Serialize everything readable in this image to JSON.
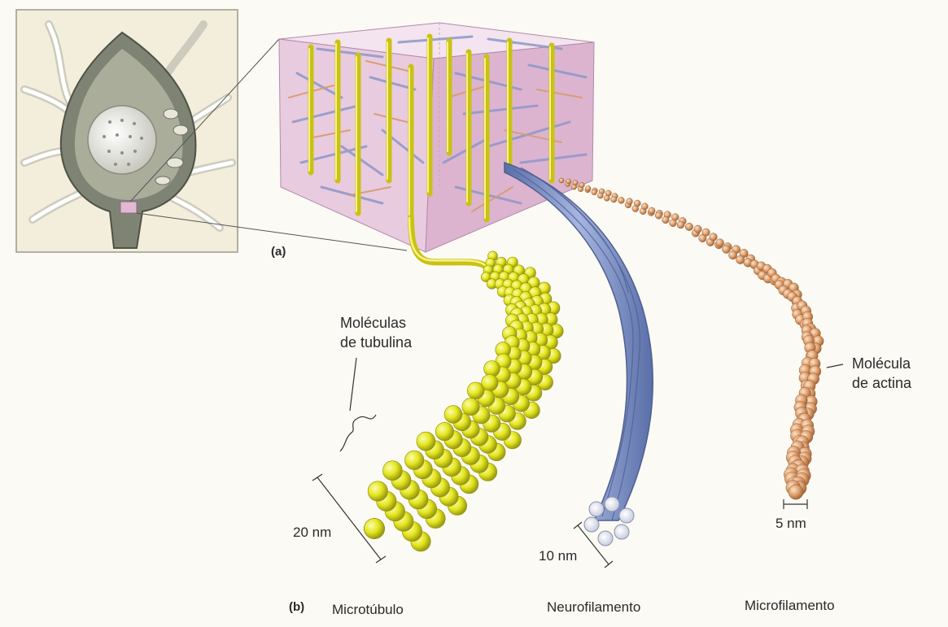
{
  "panels": {
    "a": "(a)",
    "b": "(b)"
  },
  "labels": {
    "tubulin_line1": "Moléculas",
    "tubulin_line2": "de tubulina",
    "actin_line1": "Molécula",
    "actin_line2": "de actina"
  },
  "scales": {
    "microtubule": "20 nm",
    "neurofilament": "10 nm",
    "microfilament": "5 nm"
  },
  "filaments": {
    "microtubule": "Microtúbulo",
    "neurofilament": "Neurofilamento",
    "microfilament": "Microfilamento"
  },
  "colors": {
    "background": "#fbfaf4",
    "inset_bg": "#f3eedb",
    "cube_face": "#e9cbe0",
    "microtubule": "#e4e61e",
    "neurofilament": "#7d93c9",
    "microfilament": "#e0a373",
    "label_text": "#2a2a2a"
  }
}
